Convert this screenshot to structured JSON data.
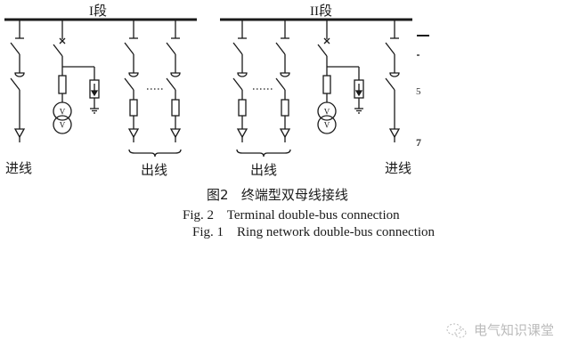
{
  "diagram": {
    "bus_left_label": "I段",
    "bus_right_label": "II段",
    "incoming_label_left": "进线",
    "outgoing_label_left": "出线",
    "outgoing_label_right": "出线",
    "incoming_label_right": "进线",
    "pt_symbol": "V",
    "margin_marks": [
      "5",
      "7"
    ]
  },
  "captions": {
    "cn": "图2   终端型双母线接线",
    "fig2": "Fig. 2    Terminal double-bus connection",
    "fig1": "Fig. 1    Ring network double-bus connection"
  },
  "watermark": {
    "text": "电气知识课堂",
    "icon": "wechat-icon"
  },
  "colors": {
    "ink": "#1a1a1a",
    "watermark": "#bbbbbb"
  }
}
